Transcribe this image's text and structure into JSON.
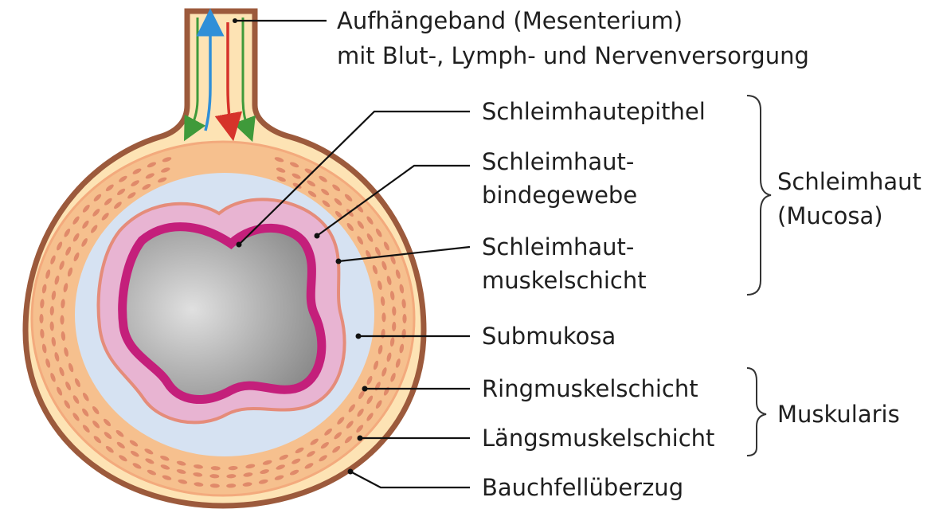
{
  "diagram": {
    "mesentery": {
      "line1": "Aufhängeband (Mesenterium)",
      "line2": "mit Blut-, Lymph- und Nervenversorgung"
    },
    "labels": {
      "epithelium": "Schleimhautepithel",
      "connective_1": "Schleimhaut-",
      "connective_2": "bindegewebe",
      "muscularis_mucosae_1": "Schleimhaut-",
      "muscularis_mucosae_2": "muskelschicht",
      "submucosa": "Submukosa",
      "circular_muscle": "Ringmuskelschicht",
      "longitudinal_muscle": "Längsmuskelschicht",
      "serosa": "Bauchfellüberzug"
    },
    "groups": {
      "mucosa_1": "Schleimhaut",
      "mucosa_2": "(Mucosa)",
      "muscularis": "Muskularis"
    },
    "colors": {
      "serosa_outline": "#9c5a3c",
      "muscle_layer": "#f6c08e",
      "muscle_cells": "#e08a6a",
      "submucosa": "#d6e2f2",
      "mucosa_connective": "#e8b4d2",
      "muscularis_mucosae_line": "#e58c7a",
      "epithelium": "#c41f7b",
      "lumen": "#9a9a9a",
      "blood_arterial": "#d6332a",
      "blood_venous": "#2f8fd8",
      "lymph": "#3f9a3a"
    }
  }
}
